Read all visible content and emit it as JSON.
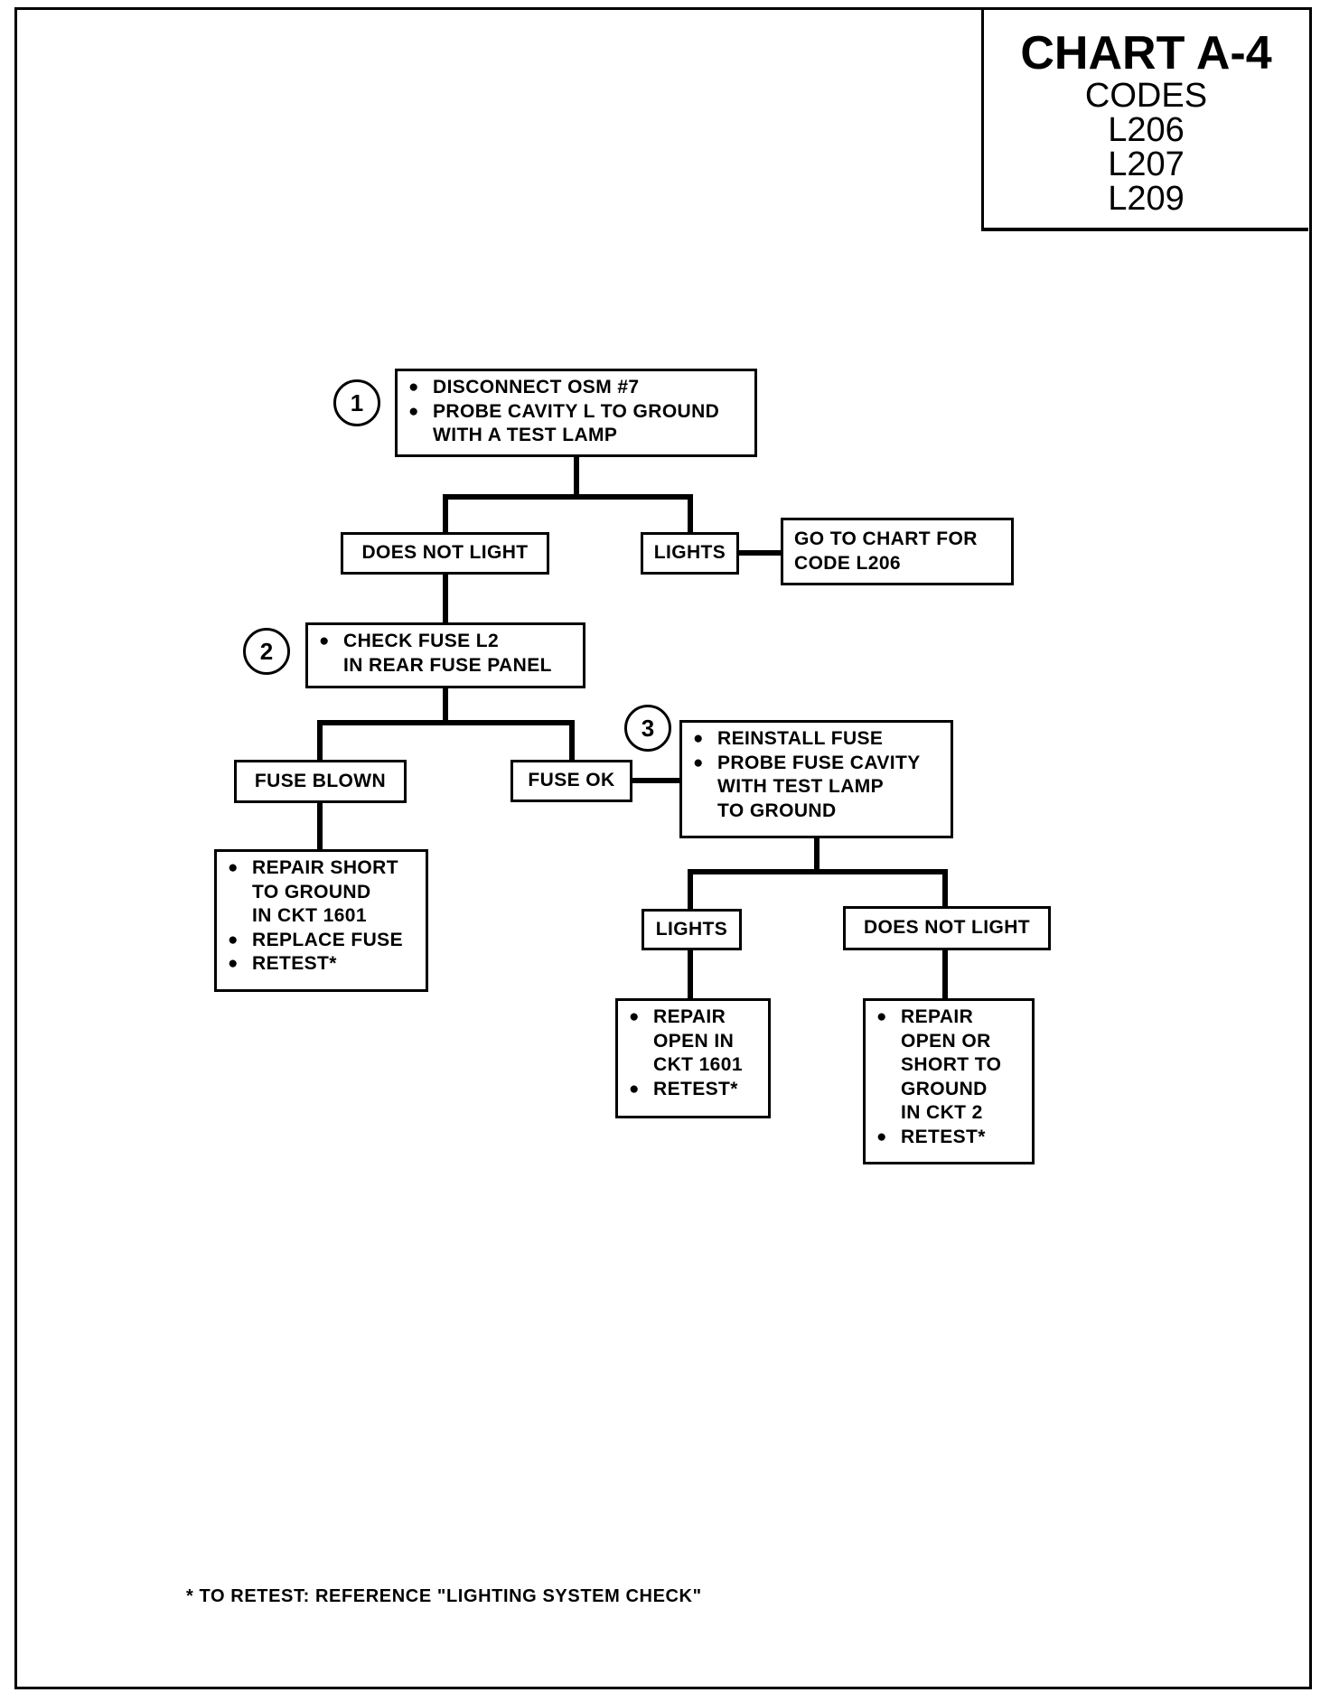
{
  "header": {
    "title": "CHART A-4",
    "codes_label": "CODES",
    "codes": [
      "L206",
      "L207",
      "L209"
    ]
  },
  "step1": {
    "number": "1",
    "items": [
      "DISCONNECT OSM #7",
      "PROBE CAVITY L TO GROUND\nWITH A TEST LAMP"
    ]
  },
  "branch1": {
    "does_not_light": "DOES NOT LIGHT",
    "lights": "LIGHTS",
    "goto_text": "GO TO CHART FOR\nCODE L206"
  },
  "step2": {
    "number": "2",
    "items": [
      "CHECK FUSE L2\nIN REAR FUSE PANEL"
    ]
  },
  "branch2": {
    "fuse_blown": "FUSE BLOWN",
    "fuse_ok": "FUSE OK"
  },
  "blown_actions": {
    "items": [
      "REPAIR SHORT\nTO GROUND\nIN CKT 1601",
      "REPLACE FUSE",
      "RETEST*"
    ]
  },
  "step3": {
    "number": "3",
    "items": [
      "REINSTALL FUSE",
      "PROBE FUSE CAVITY\nWITH TEST LAMP\nTO GROUND"
    ]
  },
  "branch3": {
    "lights": "LIGHTS",
    "does_not_light": "DOES NOT LIGHT"
  },
  "lights_actions": {
    "items": [
      "REPAIR\nOPEN IN\nCKT 1601",
      "RETEST*"
    ]
  },
  "nolight_actions": {
    "items": [
      "REPAIR\nOPEN OR\nSHORT TO\nGROUND\nIN CKT 2",
      "RETEST*"
    ]
  },
  "footnote": "* TO RETEST: REFERENCE \"LIGHTING SYSTEM CHECK\""
}
